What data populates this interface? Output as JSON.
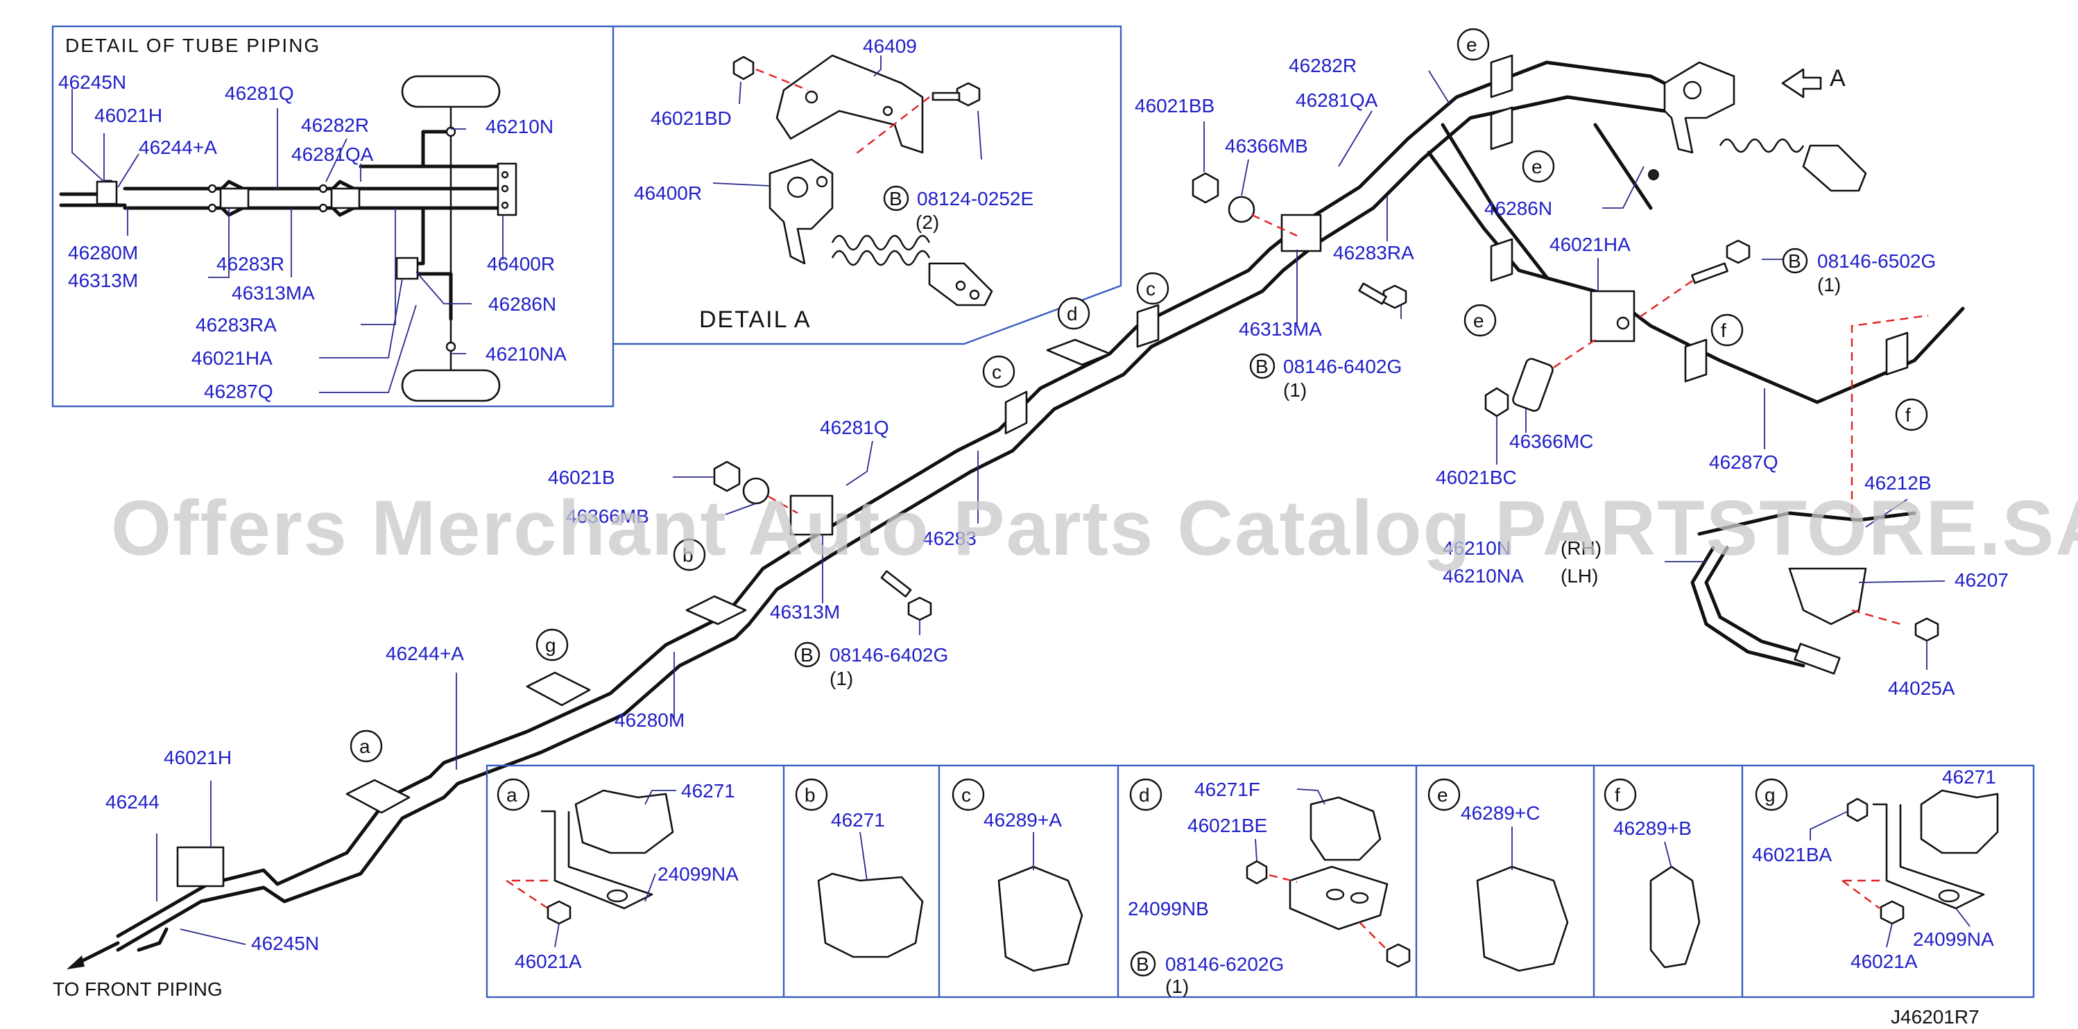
{
  "diagram": {
    "code": "J46201R7",
    "watermark": "Offers Merchant Auto Parts Catalog PARTSTORE.SA",
    "to_front": "TO  FRONT  PIPING",
    "detail_tube": {
      "title": "DETAIL  OF  TUBE  PIPING",
      "labels": {
        "p46245N": "46245N",
        "p46021H": "46021H",
        "p46244A": "46244+A",
        "p46281Q": "46281Q",
        "p46282R": "46282R",
        "p46281QA": "46281QA",
        "p46210N": "46210N",
        "p46280M": "46280M",
        "p46313M": "46313M",
        "p46283R": "46283R",
        "p46313MA": "46313MA",
        "p46400R": "46400R",
        "p46283RA": "46283RA",
        "p46286N": "46286N",
        "p46021HA": "46021HA",
        "p46210NA": "46210NA",
        "p46287Q": "46287Q"
      }
    },
    "detail_a": {
      "title": "DETAIL  A",
      "labels": {
        "p46409": "46409",
        "p46021BD": "46021BD",
        "p46400R": "46400R",
        "bolt": "08124-0252E",
        "qty": "(2)",
        "b": "B"
      }
    },
    "main": {
      "labels": {
        "p46282R": "46282R",
        "p46281QA": "46281QA",
        "p46021BB": "46021BB",
        "p46366MB": "46366MB",
        "p46286N": "46286N",
        "p46283RA": "46283RA",
        "p46021HA": "46021HA",
        "bolt_a": "08146-6502G",
        "qty_a": "(1)",
        "p46313MA": "46313MA",
        "bolt_b": "08146-6402G",
        "qty_b": "(1)",
        "p46366MC": "46366MC",
        "p46021BC": "46021BC",
        "p46287Q": "46287Q",
        "p46212B": "46212B",
        "p46281Q": "46281Q",
        "p46021B": "46021B",
        "p46366MB_partial": "46366MB",
        "p4628x_partial": "46283",
        "p46313M": "46313M",
        "bolt_c": "08146-6402G",
        "qty_c": "(1)",
        "p46210N_partial": "46210N",
        "rh": "(RH)",
        "p46210NA": "46210NA",
        "lh": "(LH)",
        "p46207": "46207",
        "p44025A": "44025A",
        "p46244A": "46244+A",
        "p46280M": "46280M",
        "p46021H": "46021H",
        "p46244": "46244",
        "p46245N": "46245N",
        "view_a": "A",
        "b": "B"
      },
      "letters": [
        "a",
        "b",
        "c",
        "c",
        "d",
        "e",
        "e",
        "e",
        "f",
        "f",
        "g"
      ]
    },
    "clips": [
      {
        "letter": "a",
        "labels": [
          "46271",
          "24099NA",
          "46021A"
        ]
      },
      {
        "letter": "b",
        "labels": [
          "46271"
        ]
      },
      {
        "letter": "c",
        "labels": [
          "46289+A"
        ]
      },
      {
        "letter": "d",
        "labels": [
          "46271F",
          "46021BE",
          "24099NB",
          "08146-6202G",
          "(1)"
        ],
        "b": "B"
      },
      {
        "letter": "e",
        "labels": [
          "46289+C"
        ]
      },
      {
        "letter": "f",
        "labels": [
          "46289+B"
        ]
      },
      {
        "letter": "g",
        "labels": [
          "46271",
          "46021BA",
          "24099NA",
          "46021A"
        ]
      }
    ]
  }
}
